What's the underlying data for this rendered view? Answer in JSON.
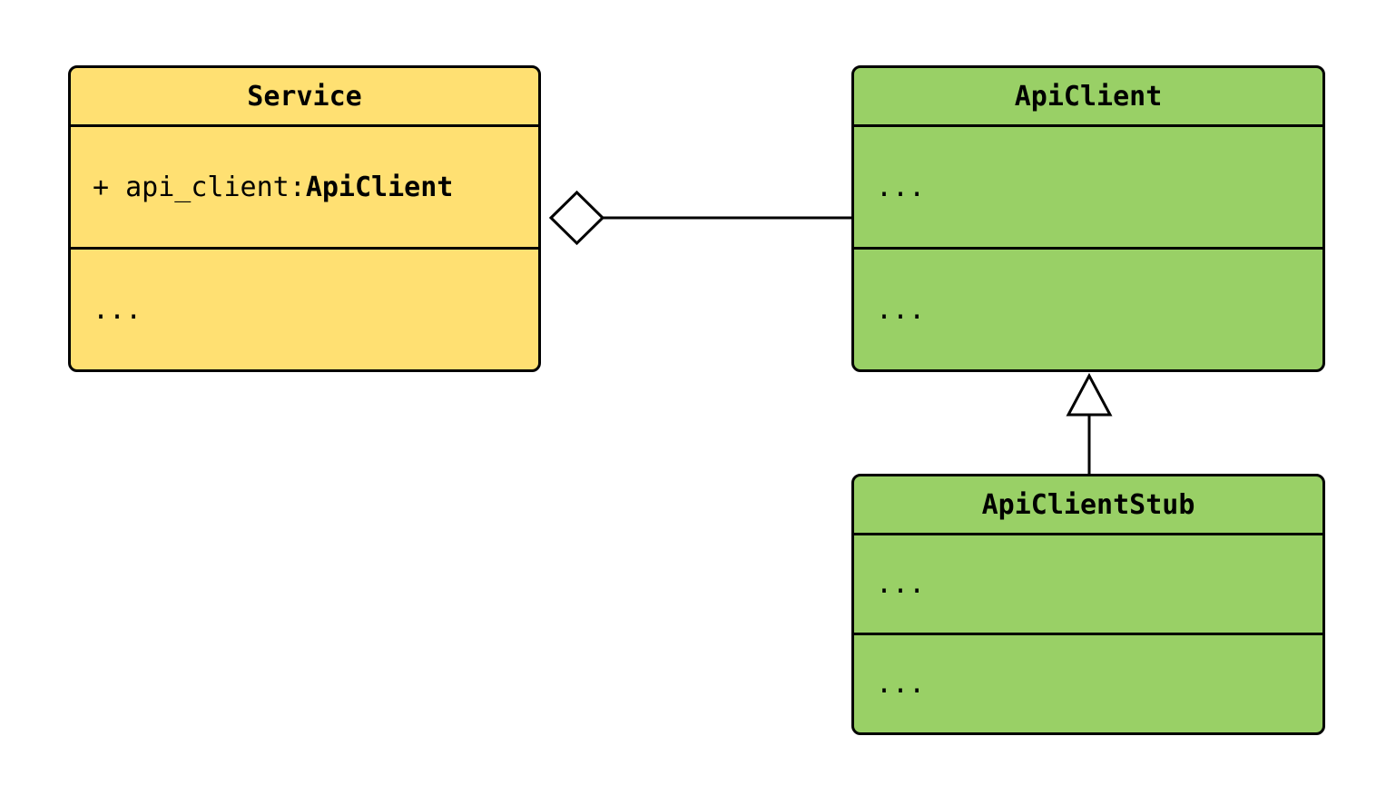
{
  "diagram": {
    "type": "uml-class-diagram",
    "background_color": "#ffffff",
    "stroke_color": "#000000",
    "classes": [
      {
        "id": "service",
        "name": "Service",
        "fill": "#FFE072",
        "attribute_prefix": "+ api_client: ",
        "attribute_type": "ApiClient",
        "methods_text": "..."
      },
      {
        "id": "api-client",
        "name": "ApiClient",
        "fill": "#99D066",
        "attributes_text": "...",
        "methods_text": "..."
      },
      {
        "id": "api-client-stub",
        "name": "ApiClientStub",
        "fill": "#99D066",
        "attributes_text": "...",
        "methods_text": "..."
      }
    ],
    "relationships": [
      {
        "type": "aggregation",
        "from": "ApiClient",
        "to": "Service",
        "marker": "open-diamond",
        "marker_on": "Service"
      },
      {
        "type": "inheritance",
        "from": "ApiClientStub",
        "to": "ApiClient",
        "marker": "open-triangle",
        "marker_on": "ApiClient"
      }
    ]
  }
}
